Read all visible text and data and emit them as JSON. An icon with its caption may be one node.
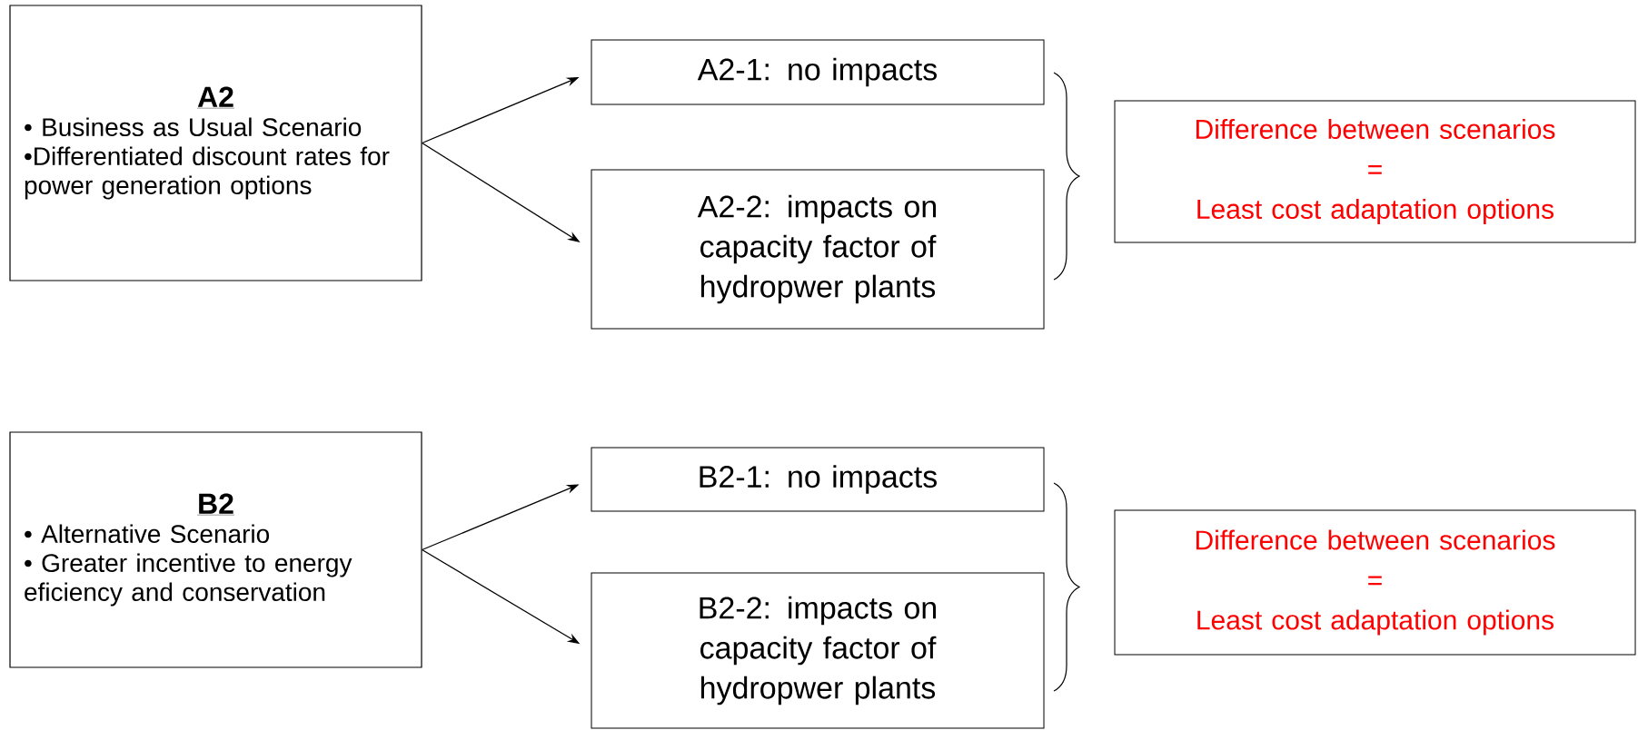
{
  "diagram": {
    "nodes": [
      {
        "text": [
          "A2",
          "• Business as Usual Scenario",
          "•Differentiated discount rates for power generation options"
        ]
      },
      {
        "text": [
          "A2-1: no impacts"
        ]
      },
      {
        "text": [
          "A2-2: impacts on capacity factor of hydropwer plants"
        ]
      },
      {
        "text": [
          "Difference between scenarios",
          "=",
          "Least cost adaptation options"
        ]
      },
      {
        "text": [
          "B2",
          "• Alternative Scenario",
          "• Greater incentive to energy eficiency and conservation"
        ]
      },
      {
        "text": [
          "B2-1: no impacts"
        ]
      },
      {
        "text": [
          "B2-2: impacts on capacity factor of hydropwer plants"
        ]
      },
      {
        "text": [
          "Difference between scenarios",
          "=",
          "Least cost adaptation options"
        ]
      }
    ],
    "edges": [
      {
        "from": 0,
        "to": 1,
        "arrow": "to"
      },
      {
        "from": 0,
        "to": 2,
        "arrow": "to"
      },
      {
        "from": 4,
        "to": 5,
        "arrow": "to"
      },
      {
        "from": 4,
        "to": 6,
        "arrow": "to"
      }
    ]
  }
}
